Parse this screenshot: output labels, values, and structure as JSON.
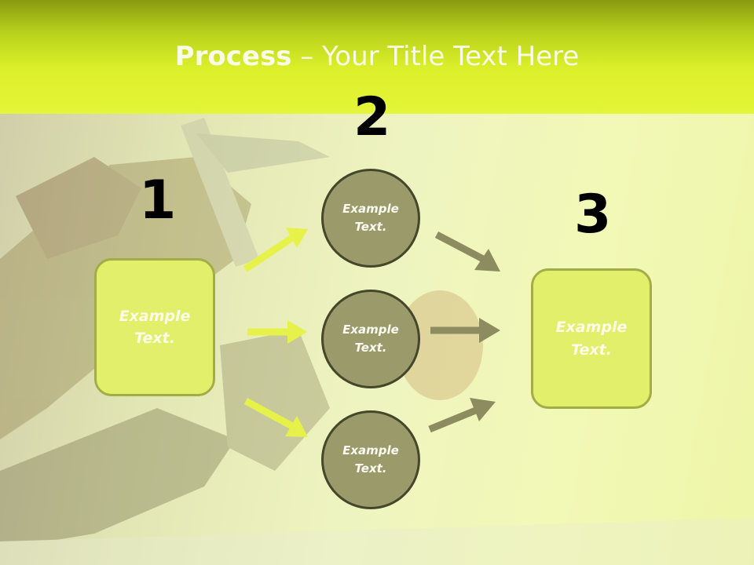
{
  "header": {
    "title_strong": "Process",
    "title_rest": " – Your Title Text Here"
  },
  "steps": {
    "one": "1",
    "two": "2",
    "three": "3"
  },
  "boxes": {
    "left": "Example\nText.",
    "right": "Example\nText."
  },
  "circles": {
    "top": "Example\nText.",
    "middle": "Example\nText.",
    "bottom": "Example\nText."
  },
  "colors": {
    "title_band": "#dcef2a",
    "box_fill": "#e2ef6a",
    "circle_fill": "#9a9a6a",
    "arrow_light": "#e6f24a",
    "arrow_dark": "#8c8c60"
  }
}
